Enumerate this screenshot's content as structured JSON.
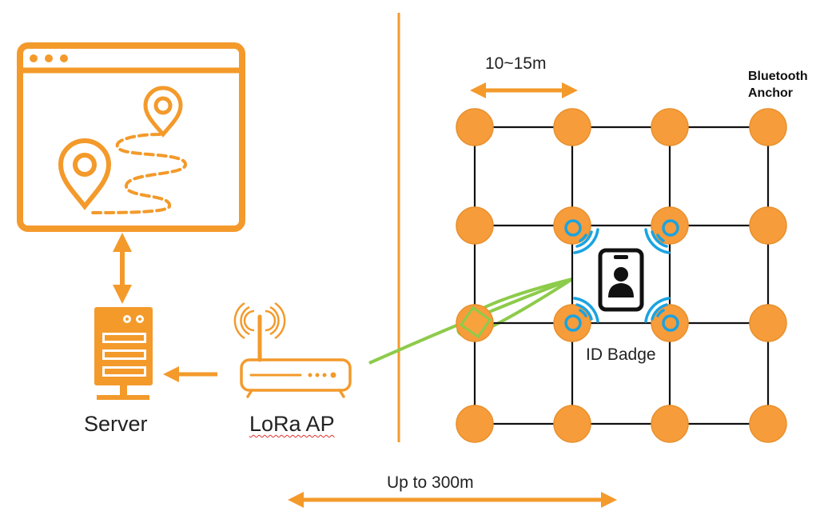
{
  "colors": {
    "orange": "#f39a2b",
    "anchor_fill": "#f79c3a",
    "anchor_stroke": "#e8912e",
    "signal_blue": "#1aa3e0",
    "link_green": "#8dcb4a",
    "grid_line": "#111111"
  },
  "labels": {
    "spacing": "10~15m",
    "range": "Up to 300m",
    "anchor_title": "Bluetooth",
    "anchor_subtitle": "Anchor",
    "badge": "ID Badge",
    "server": "Server",
    "lora_ap": "LoRa AP"
  },
  "icons": {
    "app_window": "map-route-window-icon",
    "server": "server-icon",
    "lora_ap": "wireless-router-icon",
    "badge": "id-badge-icon",
    "anchor": "bluetooth-anchor-icon"
  }
}
